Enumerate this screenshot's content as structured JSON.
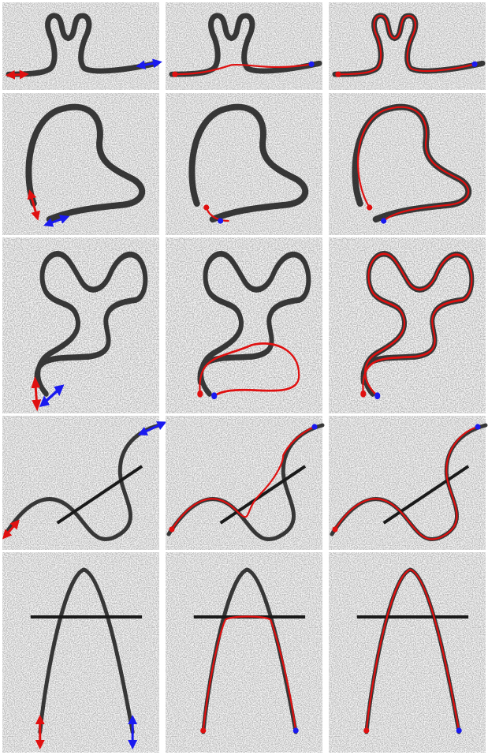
{
  "figure": {
    "background": "#ffffff",
    "noise_light": "#f2f2f2",
    "noise_dark": "#9a9a9a",
    "curve_color": "#1a1a1a",
    "path_color": "#e01010",
    "start_color": "#e01010",
    "end_color": "#1a1af0",
    "rows": [
      {
        "name": "row-1-y-shape",
        "columns": [
          "input-with-arrows",
          "partial-trace",
          "full-trace"
        ]
      },
      {
        "name": "row-2-bean-shape",
        "columns": [
          "input-with-arrows",
          "partial-trace",
          "full-trace"
        ]
      },
      {
        "name": "row-3-x-shape",
        "columns": [
          "input-with-arrows",
          "partial-trace",
          "full-trace"
        ]
      },
      {
        "name": "row-4-crossing",
        "columns": [
          "input-with-arrows",
          "partial-trace",
          "full-trace"
        ]
      },
      {
        "name": "row-5-arch",
        "columns": [
          "input-with-arrows",
          "partial-trace",
          "full-trace"
        ]
      }
    ]
  }
}
